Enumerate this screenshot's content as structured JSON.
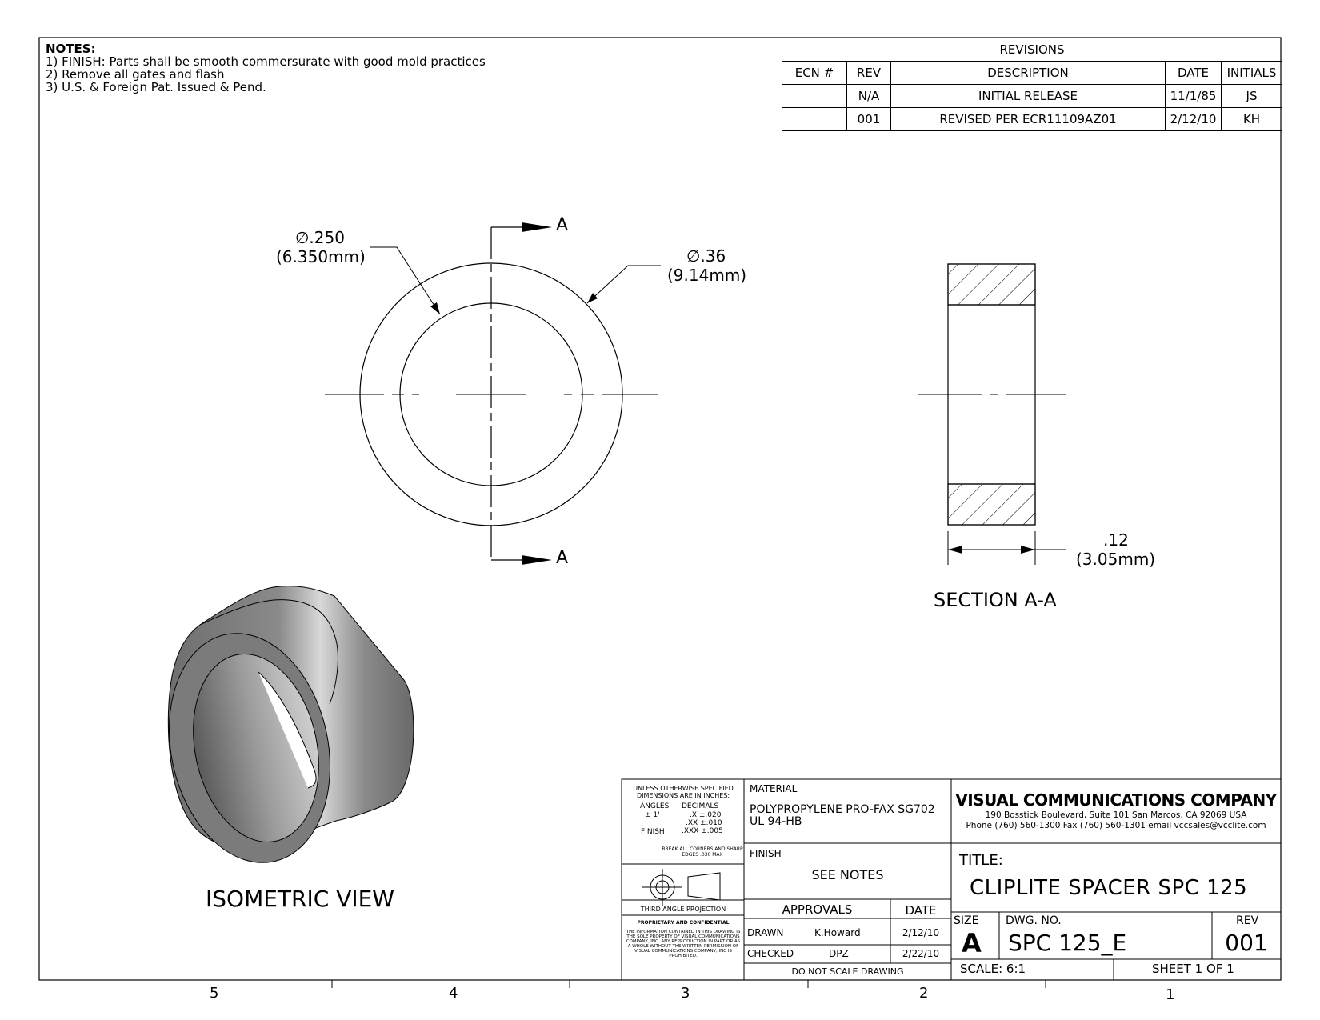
{
  "notes": {
    "heading": "NOTES:",
    "items": [
      "1) FINISH: Parts shall be smooth commersurate with good mold practices",
      "2) Remove all gates and flash",
      "3) U.S. & Foreign Pat. Issued & Pend."
    ]
  },
  "revisions": {
    "title": "REVISIONS",
    "headers": [
      "ECN #",
      "REV",
      "DESCRIPTION",
      "DATE",
      "INITIALS"
    ],
    "rows": [
      [
        "",
        "N/A",
        "INITIAL RELEASE",
        "11/1/85",
        "JS"
      ],
      [
        "",
        "001",
        "REVISED PER ECR11109AZ01",
        "2/12/10",
        "KH"
      ]
    ]
  },
  "front_view": {
    "outer_dim": "∅.36",
    "outer_dim_mm": "(9.14mm)",
    "inner_dim": "∅.250",
    "inner_dim_mm": "(6.350mm)",
    "section_marker_top": "A",
    "section_marker_bottom": "A"
  },
  "section_view": {
    "width_dim": ".12",
    "width_dim_mm": "(3.05mm)",
    "label": "SECTION A-A"
  },
  "isometric_label": "ISOMETRIC VIEW",
  "title_block": {
    "tolerance": {
      "line1": "UNLESS OTHERWISE SPECIFIED",
      "line2": "DIMENSIONS ARE IN INCHES:",
      "angles_label": "ANGLES",
      "angles_value": "± 1'",
      "decimals_label": "DECIMALS",
      "dec_x": ".X  ±.020",
      "dec_xx": ".XX  ±.010",
      "dec_xxx": ".XXX ±.005",
      "finish_label": "FINISH",
      "break_edges": "BREAK ALL CORNERS AND SHARP EDGES .030 MAX"
    },
    "projection": "THIRD ANGLE PROJECTION",
    "proprietary_heading": "PROPRIETARY AND CONFIDENTIAL",
    "proprietary_text": "THE INFORMATION CONTAINED IN THIS DRAWING IS THE SOLE PROPERTY OF VISUAL COMMUNICATIONS COMPANY, INC. ANY REPRODUCTION IN PART OR AS A WHOLE WITHOUT THE WRITTEN PERMISSION OF VISUAL COMMUNICATIONS COMPANY, INC IS PROHIBITED.",
    "material_label": "MATERIAL",
    "material_line1": "POLYPROPYLENE PRO-FAX SG702",
    "material_line2": "UL 94-HB",
    "finish_label": "FINISH",
    "finish_value": "SEE NOTES",
    "approvals_label": "APPROVALS",
    "date_label": "DATE",
    "drawn_label": "DRAWN",
    "drawn_by": "K.Howard",
    "drawn_date": "2/12/10",
    "checked_label": "CHECKED",
    "checked_by": "DPZ",
    "checked_date": "2/22/10",
    "do_not_scale": "DO NOT SCALE DRAWING",
    "company": "VISUAL COMMUNICATIONS COMPANY",
    "address": "190 Bosstick Boulevard, Suite 101  San Marcos, CA 92069 USA",
    "contact": "Phone (760) 560-1300  Fax (760) 560-1301 email vccsales@vcclite.com",
    "title_label": "TITLE:",
    "title_value": "CLIPLITE SPACER SPC 125",
    "size_label": "SIZE",
    "size_value": "A",
    "dwg_label": "DWG.  NO.",
    "dwg_value": "SPC 125_E",
    "rev_label": "REV",
    "rev_value": "001",
    "scale": "SCALE: 6:1",
    "sheet": "SHEET 1 OF 1"
  },
  "zones": [
    "5",
    "4",
    "3",
    "2",
    "1"
  ]
}
